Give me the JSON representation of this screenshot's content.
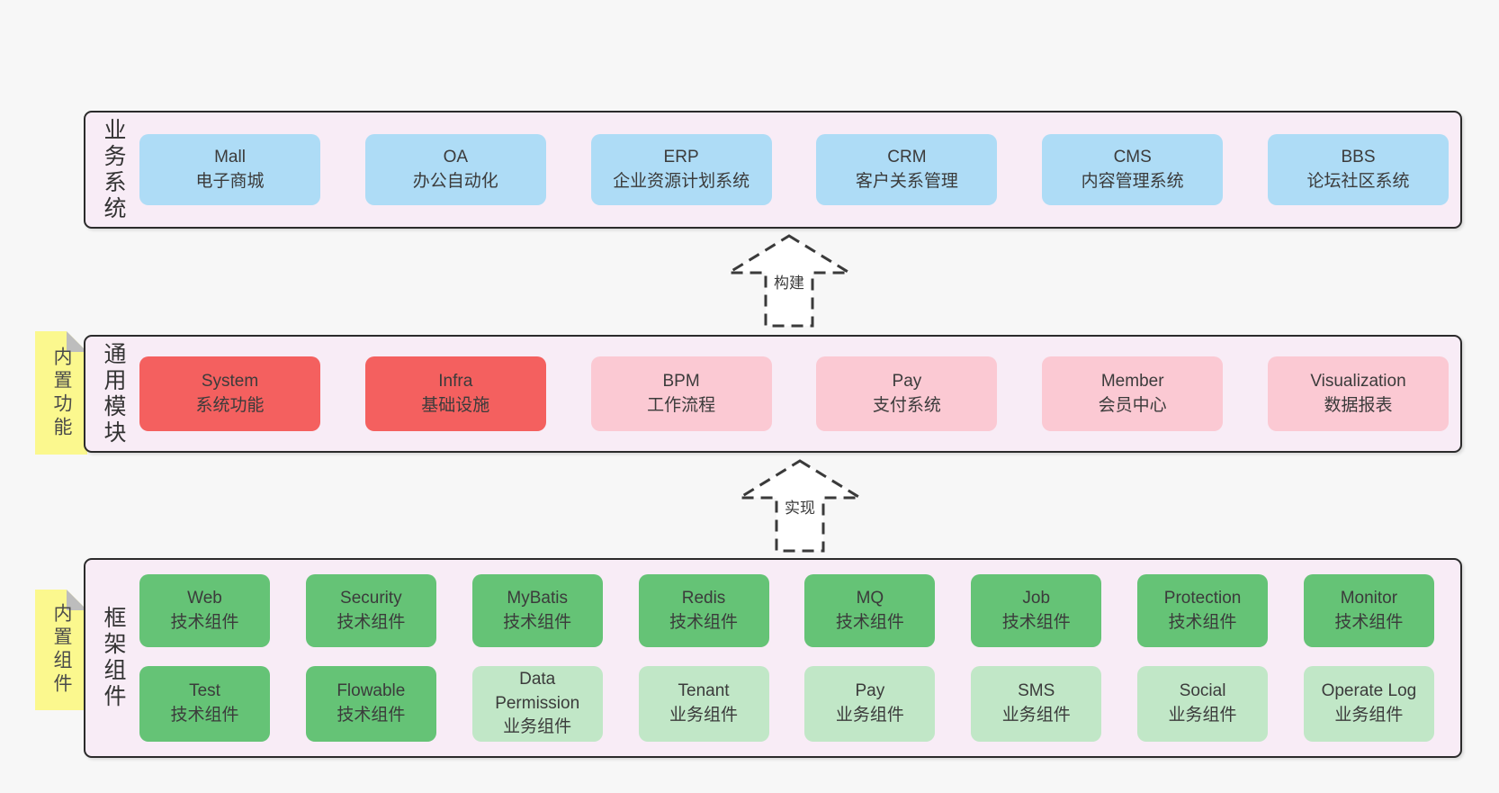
{
  "colors": {
    "page_background": "#f7f7f7",
    "band_fill": "#f8ecf6",
    "band_border": "#2b2b2b",
    "business_system_box": "#aedcf6",
    "core_module_box": "#f4605f",
    "extension_module_box": "#fbc9d3",
    "tech_component_box": "#65c376",
    "biz_component_box": "#c1e7c7",
    "sticky_note": "#fbf88e",
    "sticky_fold": "#bdbdbd",
    "text": "#3b3b3b"
  },
  "arrows": {
    "build": "构建",
    "implement": "实现"
  },
  "bands": {
    "business": {
      "label": "业务系统",
      "boxes": [
        {
          "title": "Mall",
          "subtitle": "电子商城",
          "variant": "blue"
        },
        {
          "title": "OA",
          "subtitle": "办公自动化",
          "variant": "blue"
        },
        {
          "title": "ERP",
          "subtitle": "企业资源计划系统",
          "variant": "blue"
        },
        {
          "title": "CRM",
          "subtitle": "客户关系管理",
          "variant": "blue"
        },
        {
          "title": "CMS",
          "subtitle": "内容管理系统",
          "variant": "blue"
        },
        {
          "title": "BBS",
          "subtitle": "论坛社区系统",
          "variant": "blue"
        }
      ]
    },
    "modules": {
      "label": "通用模块",
      "sticky": "内置功能",
      "boxes": [
        {
          "title": "System",
          "subtitle": "系统功能",
          "variant": "red"
        },
        {
          "title": "Infra",
          "subtitle": "基础设施",
          "variant": "red"
        },
        {
          "title": "BPM",
          "subtitle": "工作流程",
          "variant": "pink"
        },
        {
          "title": "Pay",
          "subtitle": "支付系统",
          "variant": "pink"
        },
        {
          "title": "Member",
          "subtitle": "会员中心",
          "variant": "pink"
        },
        {
          "title": "Visualization",
          "subtitle": "数据报表",
          "variant": "pink"
        }
      ]
    },
    "framework": {
      "label": "框架组件",
      "sticky": "内置组件",
      "row1": [
        {
          "title": "Web",
          "subtitle": "技术组件",
          "variant": "green"
        },
        {
          "title": "Security",
          "subtitle": "技术组件",
          "variant": "green"
        },
        {
          "title": "MyBatis",
          "subtitle": "技术组件",
          "variant": "green"
        },
        {
          "title": "Redis",
          "subtitle": "技术组件",
          "variant": "green"
        },
        {
          "title": "MQ",
          "subtitle": "技术组件",
          "variant": "green"
        },
        {
          "title": "Job",
          "subtitle": "技术组件",
          "variant": "green"
        },
        {
          "title": "Protection",
          "subtitle": "技术组件",
          "variant": "green"
        },
        {
          "title": "Monitor",
          "subtitle": "技术组件",
          "variant": "green"
        }
      ],
      "row2": [
        {
          "title": "Test",
          "subtitle": "技术组件",
          "variant": "green"
        },
        {
          "title": "Flowable",
          "subtitle": "技术组件",
          "variant": "green"
        },
        {
          "title": "Data Permission",
          "subtitle": "业务组件",
          "variant": "green-light"
        },
        {
          "title": "Tenant",
          "subtitle": "业务组件",
          "variant": "green-light"
        },
        {
          "title": "Pay",
          "subtitle": "业务组件",
          "variant": "green-light"
        },
        {
          "title": "SMS",
          "subtitle": "业务组件",
          "variant": "green-light"
        },
        {
          "title": "Social",
          "subtitle": "业务组件",
          "variant": "green-light"
        },
        {
          "title": "Operate Log",
          "subtitle": "业务组件",
          "variant": "green-light"
        }
      ]
    }
  }
}
